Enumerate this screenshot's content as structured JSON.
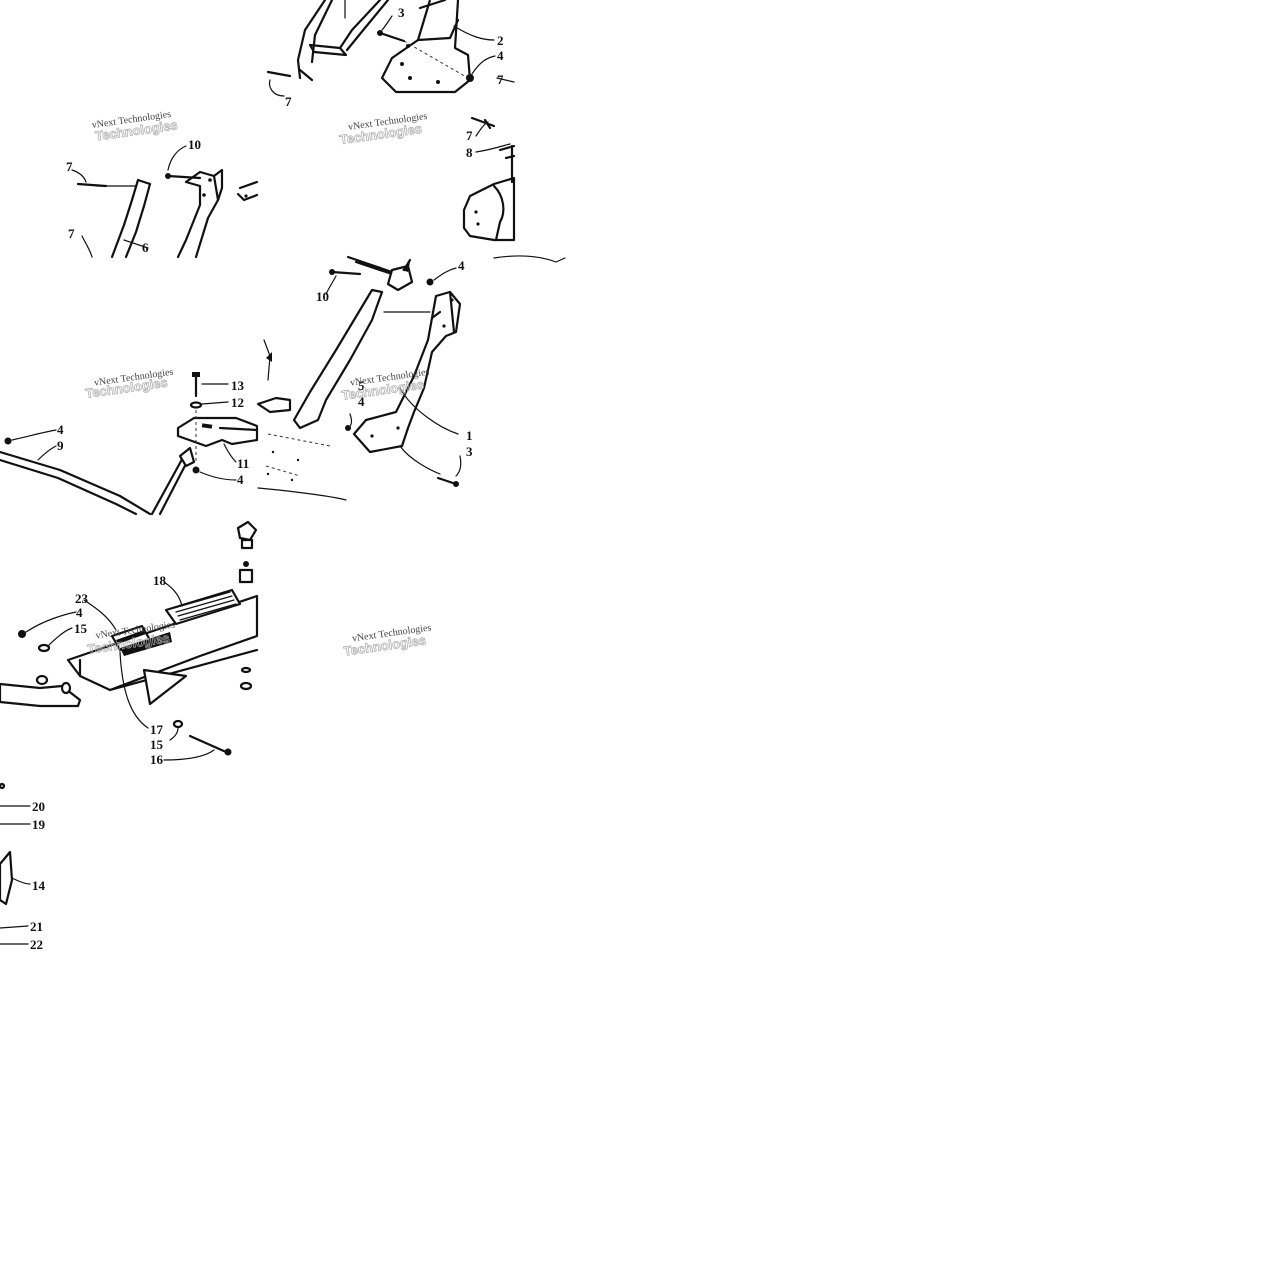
{
  "watermark": {
    "line1": "vNext Technologies",
    "line2": "Technologies"
  },
  "callouts": {
    "c1": "1",
    "c2": "2",
    "c3a": "3",
    "c3b": "3",
    "c4a": "4",
    "c4b": "4",
    "c4c": "4",
    "c4d": "4",
    "c4e": "4",
    "c4f": "4",
    "c5": "5",
    "c6": "6",
    "c7a": "7",
    "c7b": "7",
    "c7c": "7",
    "c7d": "7",
    "c7e": "7",
    "c8": "8",
    "c9": "9",
    "c10a": "10",
    "c10b": "10",
    "c11": "11",
    "c12": "12",
    "c13": "13",
    "c14": "14",
    "c15a": "15",
    "c15b": "15",
    "c16": "16",
    "c17": "17",
    "c18": "18",
    "c19": "19",
    "c20": "20",
    "c21": "21",
    "c22": "22",
    "c23": "23"
  }
}
